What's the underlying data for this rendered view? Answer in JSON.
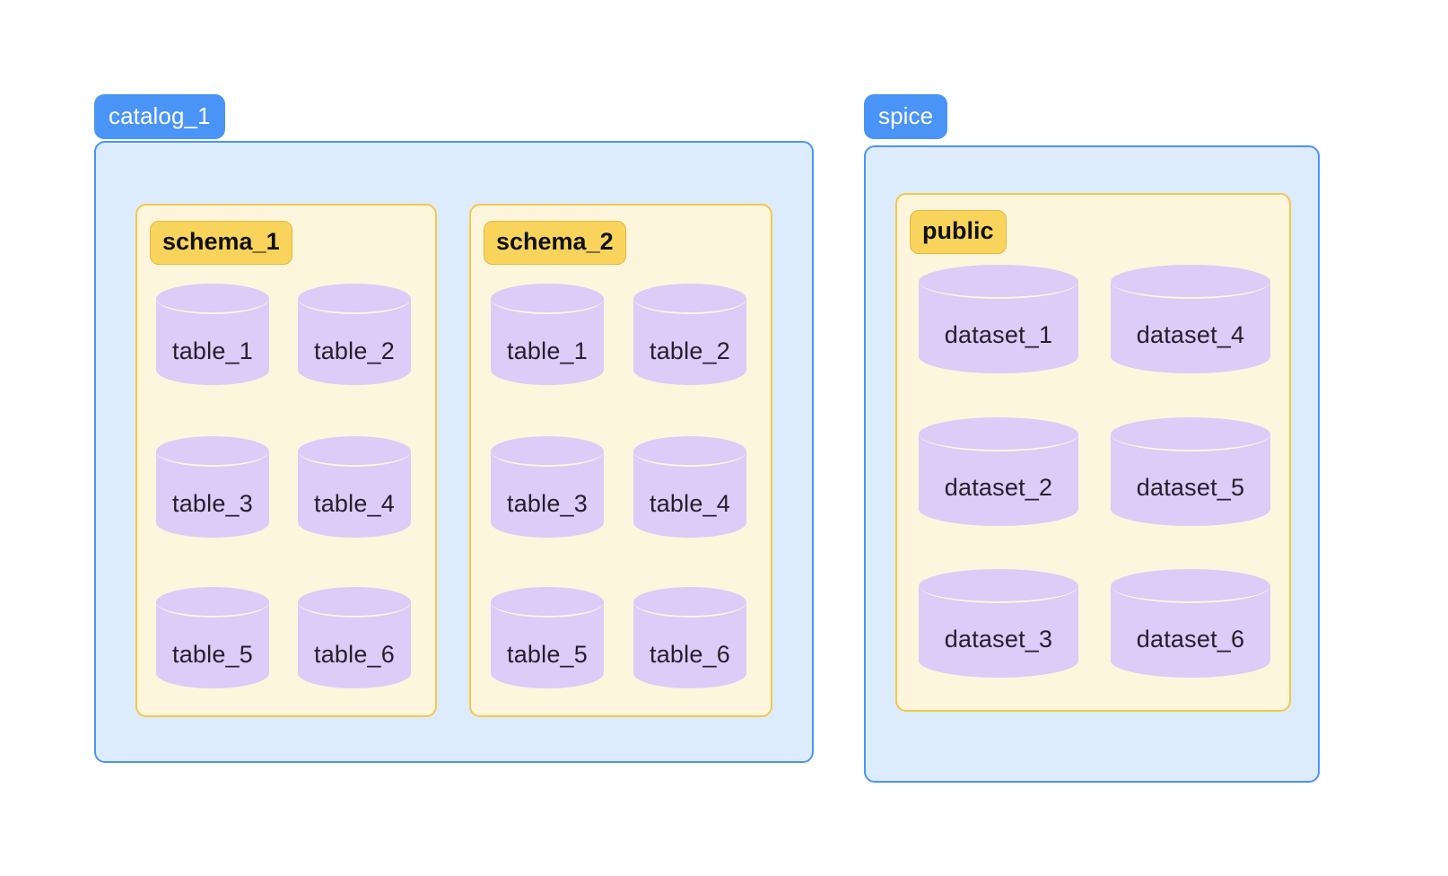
{
  "theme": {
    "page_background": "#ffffff",
    "catalog_label_bg": "#4a94f8",
    "catalog_label_text": "#ffffff",
    "catalog_box_bg": "#ddecfc",
    "catalog_box_border": "#4a94f8",
    "schema_box_bg": "#fdf6dd",
    "schema_box_border": "#f2c94c",
    "schema_label_bg": "#f9d45c",
    "schema_label_text": "#101010",
    "cylinder_fill": "#ddcbf8",
    "cylinder_label_text": "#241f2b"
  },
  "diagram": {
    "type": "hierarchy",
    "description": "Two catalogs each containing schemas which contain table/dataset cylinders",
    "catalogs": [
      {
        "name": "catalog_1",
        "schemas": [
          {
            "name": "schema_1",
            "objects": [
              "table_1",
              "table_2",
              "table_3",
              "table_4",
              "table_5",
              "table_6"
            ]
          },
          {
            "name": "schema_2",
            "objects": [
              "table_1",
              "table_2",
              "table_3",
              "table_4",
              "table_5",
              "table_6"
            ]
          }
        ]
      },
      {
        "name": "spice",
        "schemas": [
          {
            "name": "public",
            "objects": [
              "dataset_1",
              "dataset_4",
              "dataset_2",
              "dataset_5",
              "dataset_3",
              "dataset_6"
            ]
          }
        ]
      }
    ]
  }
}
